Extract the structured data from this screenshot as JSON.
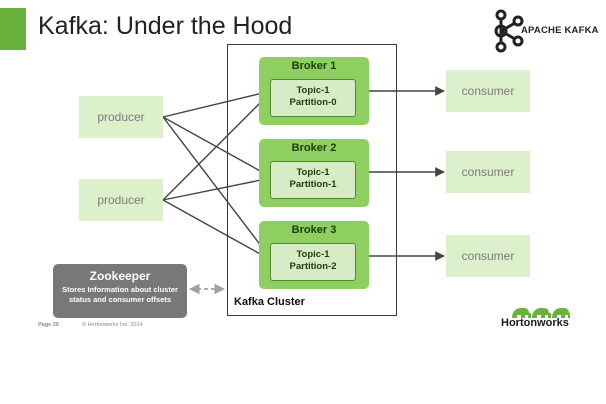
{
  "title": "Kafka: Under the Hood",
  "logo": {
    "text": "APACHE KAFKA",
    "icon": "kafka-logo-icon"
  },
  "cluster": {
    "label": "Kafka Cluster"
  },
  "brokers": [
    {
      "name": "Broker 1",
      "topic": "Topic-1",
      "partition": "Partition-0"
    },
    {
      "name": "Broker 2",
      "topic": "Topic-1",
      "partition": "Partition-1"
    },
    {
      "name": "Broker 3",
      "topic": "Topic-1",
      "partition": "Partition-2"
    }
  ],
  "producers": [
    {
      "label": "producer"
    },
    {
      "label": "producer"
    }
  ],
  "consumers": [
    {
      "label": "consumer"
    },
    {
      "label": "consumer"
    },
    {
      "label": "consumer"
    }
  ],
  "zookeeper": {
    "title": "Zookeeper",
    "desc_line1": "Stores Information about cluster",
    "desc_line2": "status and consumer offsets"
  },
  "footer": {
    "page": "Page 20",
    "copyright": "© Hortonworks Inc. 2014",
    "brand": "Hortonworks",
    "brand_icon": "elephants-logo-icon"
  },
  "colors": {
    "accent": "#6ab23e",
    "broker": "#8fcf61",
    "partition": "#d7ecc6",
    "box": "#dcf0cb",
    "zookeeper": "#77787a"
  }
}
